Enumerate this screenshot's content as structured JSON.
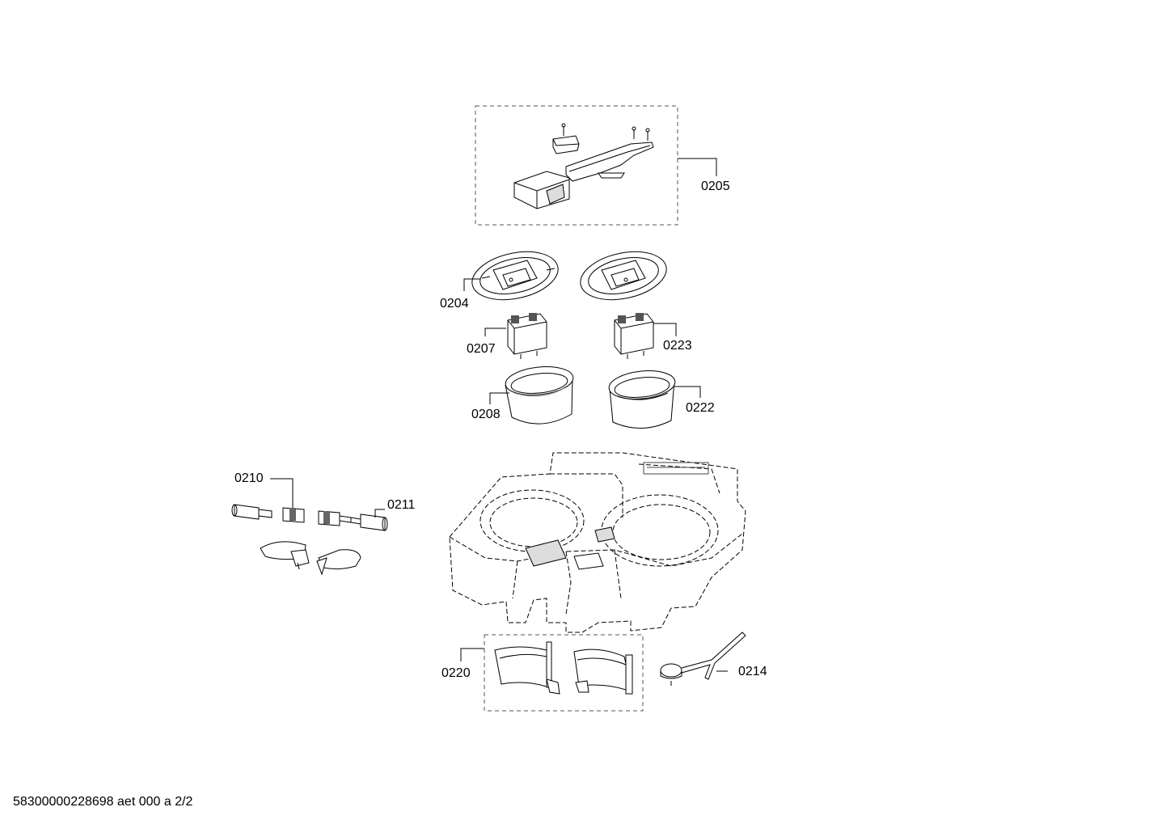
{
  "parts": {
    "p0205": "0205",
    "p0204": "0204",
    "p0207": "0207",
    "p0223": "0223",
    "p0208": "0208",
    "p0222": "0222",
    "p0210": "0210",
    "p0211": "0211",
    "p0220": "0220",
    "p0214": "0214"
  },
  "footer": {
    "document_id": "58300000228698 aet 000 a 2/2"
  }
}
